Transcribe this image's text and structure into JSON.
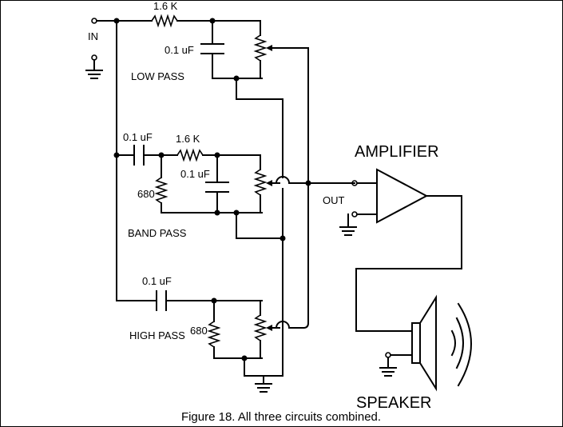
{
  "diagram": {
    "labels": {
      "input": "IN",
      "r_low": "1.6 K",
      "c_low": "0.1 uF",
      "low_pass": "LOW PASS",
      "c_band_series": "0.1 uF",
      "r_band_series": "1.6 K",
      "c_band_shunt": "0.1 uF",
      "r_band_shunt": "680",
      "band_pass": "BAND PASS",
      "c_high": "0.1 uF",
      "r_high": "680",
      "high_pass": "HIGH PASS",
      "out": "OUT",
      "amplifier": "AMPLIFIER",
      "speaker": "SPEAKER"
    },
    "caption": "Figure 18. All three circuits combined."
  }
}
